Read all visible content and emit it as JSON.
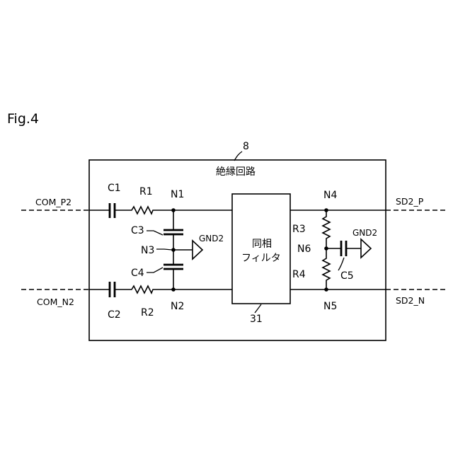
{
  "figure_label": "Fig.4",
  "block": {
    "ref": "8",
    "title": "絶縁回路"
  },
  "filter": {
    "line1": "同相",
    "line2": "フィルタ",
    "ref": "31"
  },
  "signals": {
    "com_p": "COM_P2",
    "com_n": "COM_N2",
    "sd_p": "SD2_P",
    "sd_n": "SD2_N"
  },
  "components": {
    "c1": "C1",
    "c2": "C2",
    "c3": "C3",
    "c4": "C4",
    "c5": "C5",
    "r1": "R1",
    "r2": "R2",
    "r3": "R3",
    "r4": "R4"
  },
  "nodes": {
    "n1": "N1",
    "n2": "N2",
    "n3": "N3",
    "n4": "N4",
    "n5": "N5",
    "n6": "N6"
  },
  "grounds": {
    "left": "GND2",
    "right": "GND2"
  }
}
